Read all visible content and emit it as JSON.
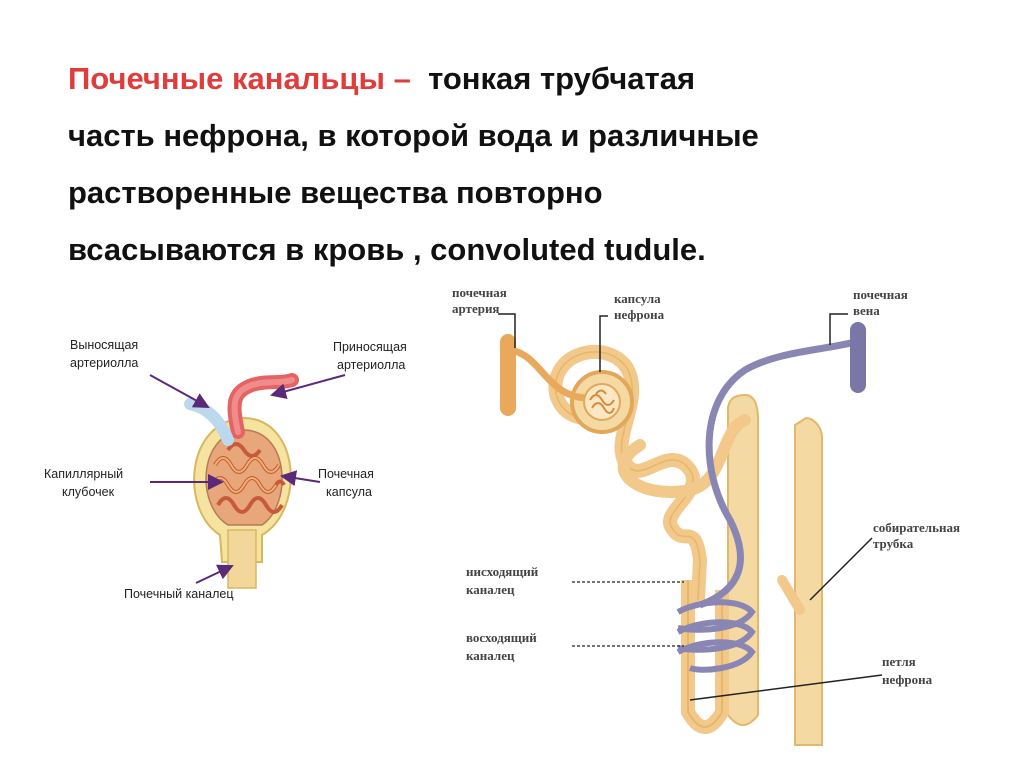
{
  "slide": {
    "term": "Почечные канальцы –",
    "definition_line1": "тонкая трубчатая",
    "definition_line2": "часть нефрона, в которой вода и различные",
    "definition_line3": "растворенные вещества повторно",
    "definition_line4": "всасываются в кровь , convoluted tudule."
  },
  "left_diagram": {
    "efferent_arteriole_line1": "Выносящая",
    "efferent_arteriole_line2": "артериолла",
    "afferent_arteriole_line1": "Приносящая",
    "afferent_arteriole_line2": "артериолла",
    "glomerulus_line1": "Капиллярный",
    "glomerulus_line2": "клубочек",
    "capsule_line1": "Почечная",
    "capsule_line2": "капсула",
    "tubule": "Почечный каналец"
  },
  "right_diagram": {
    "renal_artery_line1": "почечная",
    "renal_artery_line2": "артерия",
    "capsule_line1": "капсула",
    "capsule_line2": "нефрона",
    "renal_vein_line1": "почечная",
    "renal_vein_line2": "вена",
    "collecting_duct_line1": "собирательная",
    "collecting_duct_line2": "трубка",
    "descending_line1": "нисходящий",
    "descending_line2": "каналец",
    "ascending_line1": "восходящий",
    "ascending_line2": "каналец",
    "loop_line1": "петля",
    "loop_line2": "нефрона"
  },
  "colors": {
    "term": "#e03c3c",
    "tubule": "#f2c98a",
    "tubule_dark": "#e3a75a",
    "artery": "#e9a95c",
    "vein": "#8a86b4",
    "arrow": "#5a2a78"
  }
}
